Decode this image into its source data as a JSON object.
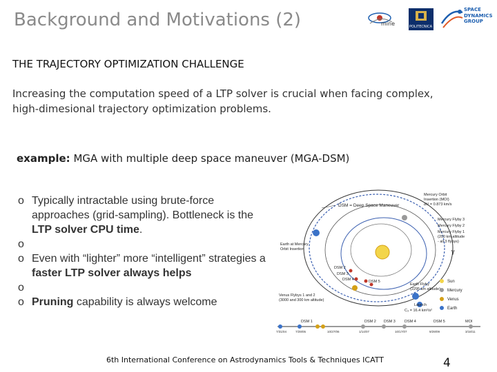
{
  "title": "Background and Motivations (2)",
  "logos": {
    "mine": "mine",
    "polytechnic": "POLITECNICA",
    "group": [
      "SPACE",
      "DYNAMICS",
      "GROUP"
    ]
  },
  "heading": "THE TRAJECTORY OPTIMIZATION CHALLENGE",
  "intro": "Increasing the computation speed of a LTP solver is crucial when facing complex, high-dimesional trajectory optimization problems.",
  "example": {
    "label": "example:",
    "text": "MGA with multiple deep space maneuver (MGA-DSM)"
  },
  "bullets": [
    {
      "marker": "o",
      "pre": " Typically intractable using brute-force approaches (grid-sampling). Bottleneck is the ",
      "bold": "LTP solver CPU time",
      "post": "."
    },
    {
      "marker": "o",
      "pre": "",
      "bold": "",
      "post": ""
    },
    {
      "marker": "o",
      "pre": " Even with “lighter” more “intelligent” strategies a ",
      "bold": "faster LTP solver always helps",
      "post": ""
    },
    {
      "marker": "o",
      "pre": "",
      "bold": "",
      "post": ""
    },
    {
      "marker": "o",
      "pre": " ",
      "bold": "Pruning",
      "post": " capability is always welcome"
    }
  ],
  "diagram": {
    "dsm_legend": "DSM = Deep Space Maneuver",
    "moi": [
      "Mercury Orbit",
      "Insertion (MOI)",
      "ΔV = 0.873 km/s"
    ],
    "flybys": [
      "Mercury Flyby 3",
      "Mercury Flyby 2",
      "Mercury Flyby 1",
      "(200 km altitude",
      "- all 3 flybys)"
    ],
    "earth_moi": [
      "Earth at Mercury",
      "Orbit Insertion"
    ],
    "gamma": "γ",
    "dsm_labels": [
      "DSM 2",
      "DSM 3",
      "DSM 4",
      "DSM 5"
    ],
    "venus": [
      "Venus Flybys 1 and 2",
      "(3000 and 300 km altitude)"
    ],
    "earth_flyby": [
      "Earth Flyby",
      "(2295 km altitude)"
    ],
    "launch": [
      "Launch",
      "C₃ = 16.4 km²/s²"
    ],
    "legend": [
      "Sun",
      "Mercury",
      "Venus",
      "Earth"
    ],
    "timeline_labels": [
      "DSM 1",
      "DSM 2",
      "DSM 3",
      "DSM 4",
      "DSM 5",
      "MOI"
    ],
    "timeline_dates": [
      "7/31/04",
      "7/29/05",
      "10/27/06",
      "1/14/07",
      "10/17/07",
      "9/29/09",
      "3/18/11"
    ]
  },
  "footer": "6th International Conference on Astrodynamics Tools & Techniques ICATT",
  "page_number": "4"
}
